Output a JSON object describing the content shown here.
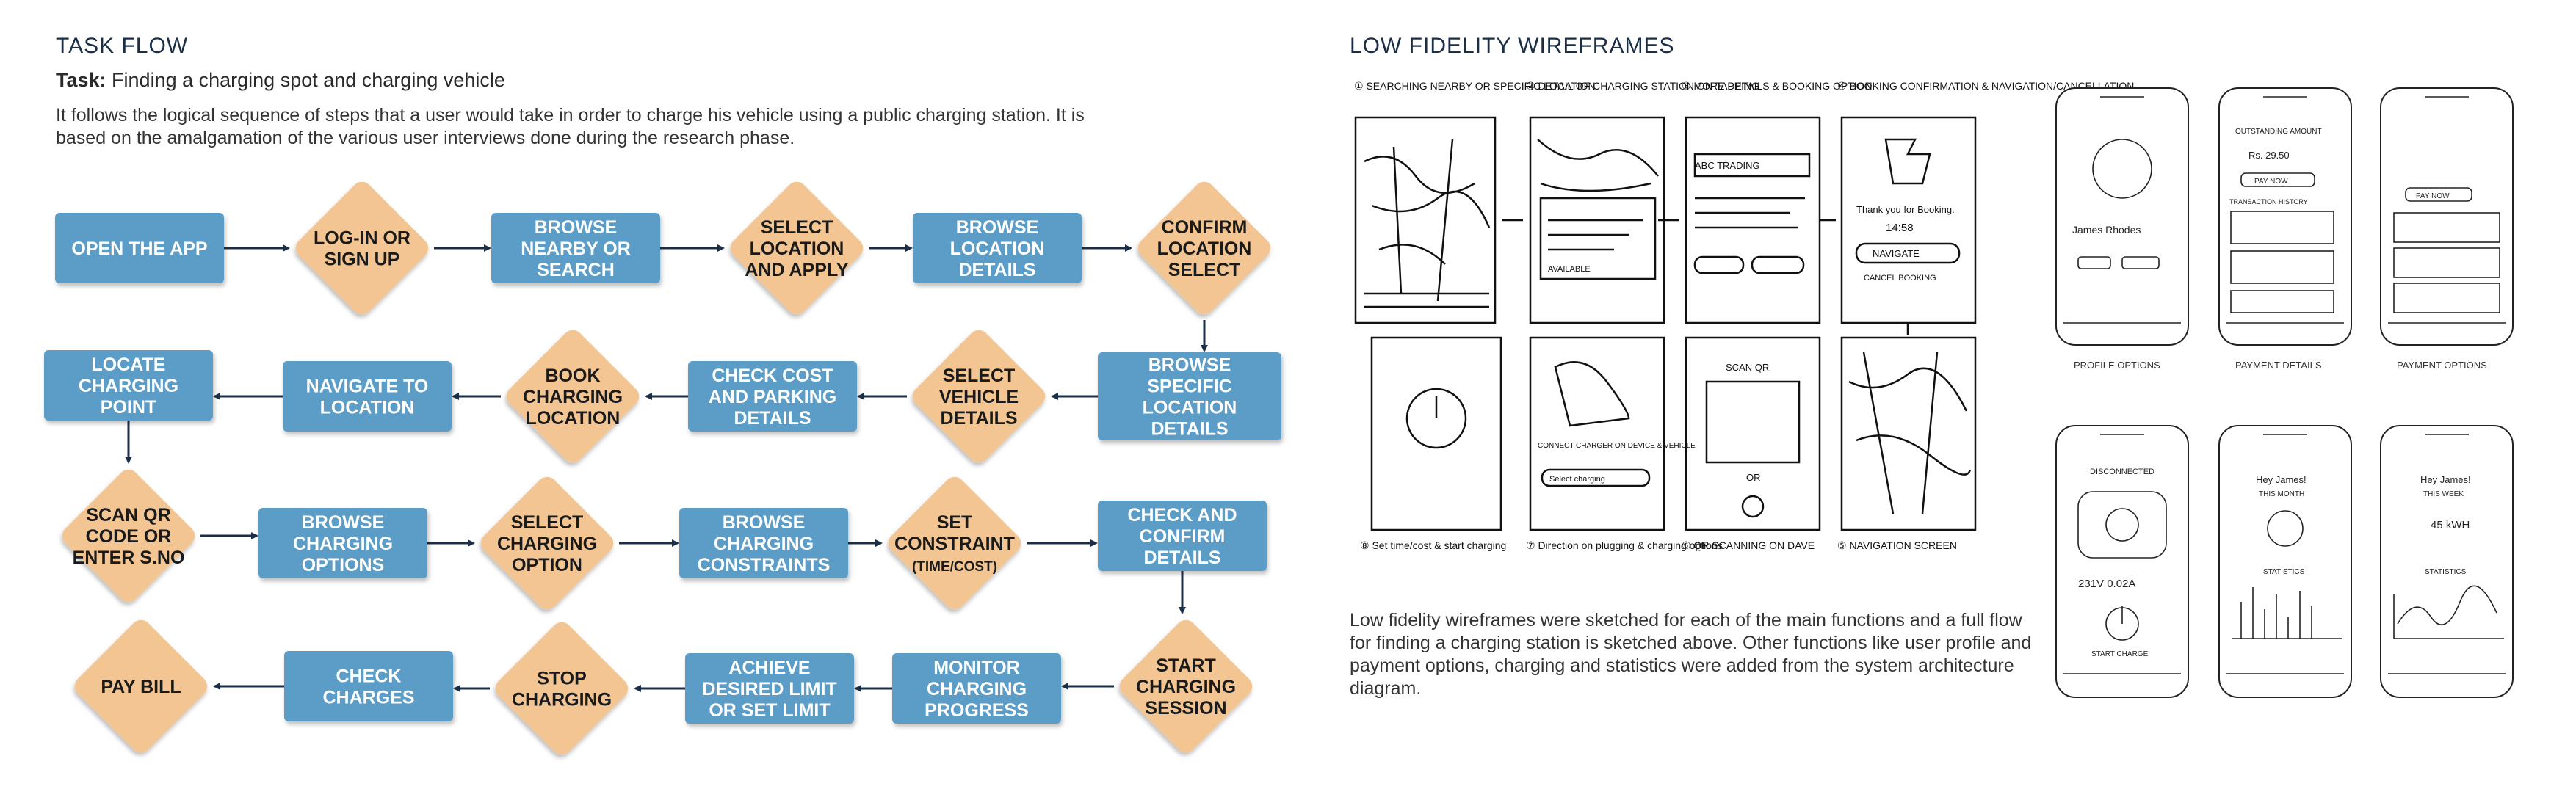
{
  "task_flow": {
    "title": "TASK FLOW",
    "task_label": "Task:",
    "task_text": "Finding a charging spot and charging vehicle",
    "description": "It follows the logical sequence of steps that a user would take in order to charge his vehicle using a public charging station. It is based on the amalgamation of the various user interviews done during the research phase.",
    "colors": {
      "process": "#5b9dc8",
      "decision": "#f2c592",
      "arrow": "#1a2f47",
      "text": "#ffffff",
      "decision_text": "#1a1a1a"
    },
    "nodes": [
      {
        "id": "n1",
        "shape": "rect",
        "lines": [
          "OPEN THE APP"
        ]
      },
      {
        "id": "n2",
        "shape": "diamond",
        "lines": [
          "LOG-IN OR",
          "SIGN UP"
        ]
      },
      {
        "id": "n3",
        "shape": "rect",
        "lines": [
          "BROWSE",
          "NEARBY OR",
          "SEARCH"
        ]
      },
      {
        "id": "n4",
        "shape": "diamond",
        "lines": [
          "SELECT",
          "LOCATION",
          "AND APPLY"
        ]
      },
      {
        "id": "n5",
        "shape": "rect",
        "lines": [
          "BROWSE",
          "LOCATION",
          "DETAILS"
        ]
      },
      {
        "id": "n6",
        "shape": "diamond",
        "lines": [
          "CONFIRM",
          "LOCATION",
          "SELECT"
        ]
      },
      {
        "id": "n7",
        "shape": "rect",
        "lines": [
          "BROWSE",
          "SPECIFIC",
          "LOCATION",
          "DETAILS"
        ]
      },
      {
        "id": "n8",
        "shape": "diamond",
        "lines": [
          "SELECT",
          "VEHICLE",
          "DETAILS"
        ]
      },
      {
        "id": "n9",
        "shape": "rect",
        "lines": [
          "CHECK COST",
          "AND PARKING",
          "DETAILS"
        ]
      },
      {
        "id": "n10",
        "shape": "diamond",
        "lines": [
          "BOOK",
          "CHARGING",
          "LOCATION"
        ]
      },
      {
        "id": "n11",
        "shape": "rect",
        "lines": [
          "NAVIGATE TO",
          "LOCATION"
        ]
      },
      {
        "id": "n12",
        "shape": "rect",
        "lines": [
          "LOCATE",
          "CHARGING",
          "POINT"
        ]
      },
      {
        "id": "n13",
        "shape": "diamond",
        "lines": [
          "SCAN QR",
          "CODE OR",
          "ENTER S.NO"
        ]
      },
      {
        "id": "n14",
        "shape": "rect",
        "lines": [
          "BROWSE",
          "CHARGING",
          "OPTIONS"
        ]
      },
      {
        "id": "n15",
        "shape": "diamond",
        "lines": [
          "SELECT",
          "CHARGING",
          "OPTION"
        ]
      },
      {
        "id": "n16",
        "shape": "rect",
        "lines": [
          "BROWSE",
          "CHARGING",
          "CONSTRAINTS"
        ]
      },
      {
        "id": "n17",
        "shape": "diamond",
        "lines": [
          "SET",
          "CONSTRAINT",
          "(TIME/COST)"
        ]
      },
      {
        "id": "n18",
        "shape": "rect",
        "lines": [
          "CHECK AND",
          "CONFIRM",
          "DETAILS"
        ]
      },
      {
        "id": "n19",
        "shape": "diamond",
        "lines": [
          "START",
          "CHARGING",
          "SESSION"
        ]
      },
      {
        "id": "n20",
        "shape": "rect",
        "lines": [
          "MONITOR",
          "CHARGING",
          "PROGRESS"
        ]
      },
      {
        "id": "n21",
        "shape": "rect",
        "lines": [
          "ACHIEVE",
          "DESIRED LIMIT",
          "OR SET LIMIT"
        ]
      },
      {
        "id": "n22",
        "shape": "diamond",
        "lines": [
          "STOP",
          "CHARGING"
        ]
      },
      {
        "id": "n23",
        "shape": "rect",
        "lines": [
          "CHECK",
          "CHARGES"
        ]
      },
      {
        "id": "n24",
        "shape": "diamond",
        "lines": [
          "PAY BILL"
        ]
      }
    ],
    "edges": [
      [
        "n1",
        "n2"
      ],
      [
        "n2",
        "n3"
      ],
      [
        "n3",
        "n4"
      ],
      [
        "n4",
        "n5"
      ],
      [
        "n5",
        "n6"
      ],
      [
        "n6",
        "n7"
      ],
      [
        "n7",
        "n8"
      ],
      [
        "n8",
        "n9"
      ],
      [
        "n9",
        "n10"
      ],
      [
        "n10",
        "n11"
      ],
      [
        "n11",
        "n12"
      ],
      [
        "n12",
        "n13"
      ],
      [
        "n13",
        "n14"
      ],
      [
        "n14",
        "n15"
      ],
      [
        "n15",
        "n16"
      ],
      [
        "n16",
        "n17"
      ],
      [
        "n17",
        "n18"
      ],
      [
        "n18",
        "n19"
      ],
      [
        "n19",
        "n20"
      ],
      [
        "n20",
        "n21"
      ],
      [
        "n21",
        "n22"
      ],
      [
        "n22",
        "n23"
      ],
      [
        "n23",
        "n24"
      ]
    ]
  },
  "wireframes": {
    "title": "LOW FIDELITY WIREFRAMES",
    "description": "Low fidelity wireframes were sketched for each of the main functions and a full flow for finding a charging station is sketched above. Other functions like user profile and payment options, charging and statistics were added from the system architecture diagram.",
    "sketch_top_captions": [
      "① SEARCHING NEARBY OR SPECIFIC LOCATION",
      "② DETAIL OF CHARGING STATION ON TAPPING",
      "③ MORE DETAILS & BOOKING OPTION",
      "④ BOOKING CONFIRMATION & NAVIGATION/CANCELLATION"
    ],
    "sketch_bottom_captions": [
      "⑧ Set time/cost & start charging",
      "⑦ Direction on plugging & charging options",
      "⑥ QR SCANNING ON DAVE",
      "⑤ NAVIGATION SCREEN"
    ],
    "sketch_texts": {
      "abc_trading": "ABC TRADING",
      "thank_you": "Thank you for Booking.",
      "time": "14:58",
      "navigate": "NAVIGATE",
      "cancel": "CANCEL BOOKING",
      "scan_or": "SCAN QR",
      "or": "OR",
      "connect_charger": "CONNECT CHARGER ON DEVICE & VEHICLE",
      "select_charging": "Select charging",
      "available": "AVAILABLE"
    },
    "phone_captions": [
      "PROFILE OPTIONS",
      "PAYMENT DETAILS",
      "PAYMENT OPTIONS"
    ],
    "phone_texts": {
      "profile_name": "James Rhodes",
      "outstanding": "OUTSTANDING AMOUNT",
      "amount": "Rs. 29.50",
      "pay_now": "PAY NOW",
      "transaction_history": "TRANSACTION HISTORY",
      "disconnected": "DISCONNECTED",
      "voltage": "231V  0.02A",
      "start_charge": "START CHARGE",
      "hey_james": "Hey James!",
      "this_month": "THIS MONTH",
      "this_week": "THIS WEEK",
      "energy": "45 kWH",
      "statistics": "STATISTICS"
    }
  }
}
